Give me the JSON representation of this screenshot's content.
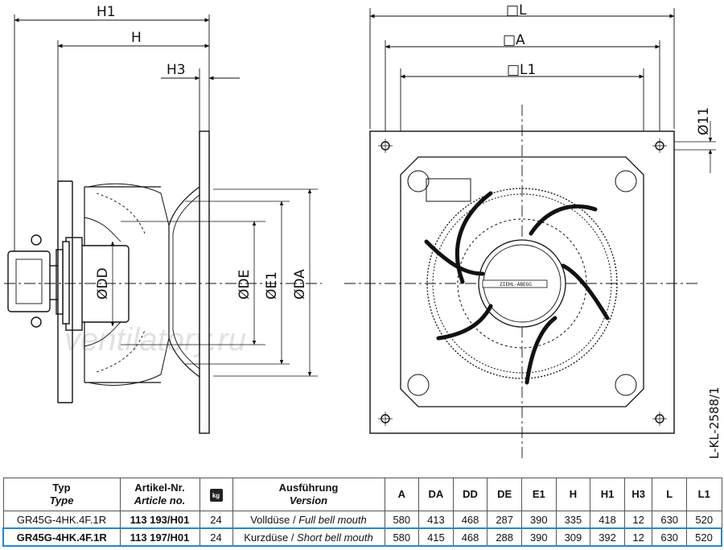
{
  "drawing": {
    "dim_labels": {
      "H1": "H1",
      "H": "H",
      "H3": "H3",
      "DD": "ØDD",
      "DE": "ØDE",
      "E1": "ØE1",
      "DA": "ØDA",
      "L": "□L",
      "A": "□A",
      "L1": "□L1",
      "hole": "Ø11"
    },
    "drawing_ref": "L-KL-2588/1",
    "watermark": "ventilatory.ru",
    "label_plate": "ZIEHL-ABEGG"
  },
  "table": {
    "headers": [
      {
        "de": "Typ",
        "en": "Type"
      },
      {
        "de": "Artikel-Nr.",
        "en": "Article no."
      },
      {
        "icon": "kg-weight-icon",
        "label": "kg"
      },
      {
        "de": "Ausführung",
        "en": "Version"
      },
      {
        "de": "A"
      },
      {
        "de": "DA"
      },
      {
        "de": "DD"
      },
      {
        "de": "DE"
      },
      {
        "de": "E1"
      },
      {
        "de": "H"
      },
      {
        "de": "H1"
      },
      {
        "de": "H3"
      },
      {
        "de": "L"
      },
      {
        "de": "L1"
      }
    ],
    "rows": [
      {
        "type": "GR45G-4HK.4F.1R",
        "article": "113 193/H01",
        "kg": "24",
        "version_de": "Volldüse",
        "version_en": "Full bell mouth",
        "A": "580",
        "DA": "413",
        "DD": "468",
        "DE": "287",
        "E1": "390",
        "H": "335",
        "H1": "418",
        "H3": "12",
        "L": "630",
        "L1": "520"
      },
      {
        "type": "GR45G-4HK.4F.1R",
        "article": "113 197/H01",
        "kg": "24",
        "version_de": "Kurzdüse",
        "version_en": "Short bell mouth",
        "A": "580",
        "DA": "415",
        "DD": "468",
        "DE": "288",
        "E1": "390",
        "H": "309",
        "H1": "392",
        "H3": "12",
        "L": "630",
        "L1": "520"
      }
    ]
  }
}
